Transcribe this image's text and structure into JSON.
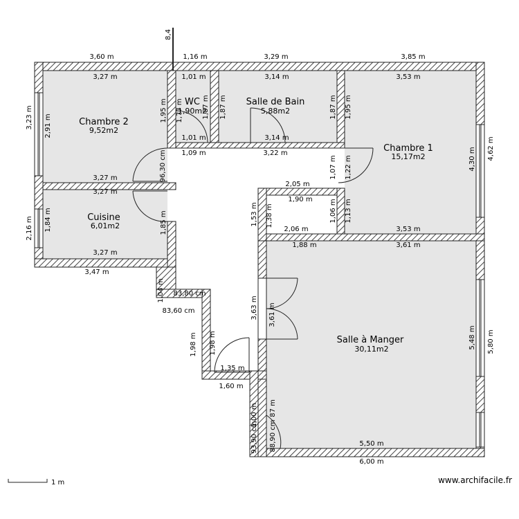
{
  "rooms": {
    "chambre2": {
      "name": "Chambre 2",
      "area": "9,52m2"
    },
    "wc": {
      "name": "WC",
      "area": "1,90m2"
    },
    "sdb": {
      "name": "Salle de Bain",
      "area": "5,88m2"
    },
    "chambre1": {
      "name": "Chambre 1",
      "area": "15,17m2"
    },
    "cuisine": {
      "name": "Cuisine",
      "area": "6,01m2"
    },
    "salle": {
      "name": "Salle à Manger",
      "area": "30,11m2"
    }
  },
  "dims": {
    "top_a": "3,60 m",
    "top_b": "1,16 m",
    "top_c": "3,29 m",
    "top_d": "3,85 m",
    "c2_top": "3,27 m",
    "c2_bot": "3,27 m",
    "c2_side": "2,91 m",
    "c2_ext": "3,23 m",
    "c2_right": "1,95 m",
    "door_c2": "96,30 cm",
    "wc_top": "1,01 m",
    "wc_bot": "1,01 m",
    "wc_ext": "1,09 m",
    "wc_l": "1,77 m",
    "wc_r": "1,87 m",
    "sdb_top": "3,14 m",
    "sdb_bot": "3,14 m",
    "sdb_ext": "3,22 m",
    "sdb_r": "1,87 m",
    "c1_top": "3,53 m",
    "c1_bot": "3,53 m",
    "c1_side": "4,30 m",
    "c1_ext": "4,62 m",
    "c1_l": "1,95 m",
    "c1_d1": "1,07 m",
    "c1_d2": "1,22 m",
    "c1_d3": "1,06 m",
    "c1_d4": "1,13 m",
    "cu_top": "3,27 m",
    "cu_bot": "3,27 m",
    "cu_ext": "3,47 m",
    "cu_side": "1,84 m",
    "cu_ext_side": "2,16 m",
    "cu_right": "1,85 m",
    "hall_a": "2,05 m",
    "hall_b": "1,90 m",
    "hall_c": "2,06 m",
    "hall_d": "1,53 m",
    "hall_e": "1,38 m",
    "sm_top_a": "1,88 m",
    "sm_top_b": "3,61 m",
    "sm_l1": "3,63 m",
    "sm_l2": "3,61 m",
    "sm_side": "5,48 m",
    "sm_ext": "5,80 m",
    "sm_bot": "5,50 m",
    "sm_ext_bot": "6,00 m",
    "cor_a": "1,04 m",
    "cor_b": "83,80 cm",
    "cor_c": "83,60 cm",
    "cor_d": "1,98 m",
    "cor_e": "1,98 m",
    "cor_f": "1,35 m",
    "cor_g": "1,60 m",
    "cor_h": "93,90 cm",
    "cor_i": "88,90 cm",
    "cor_j": "1,00 m",
    "cor_k": "87 m",
    "tick": "8,4"
  },
  "scale": "1 m",
  "watermark": "www.archifacile.fr"
}
